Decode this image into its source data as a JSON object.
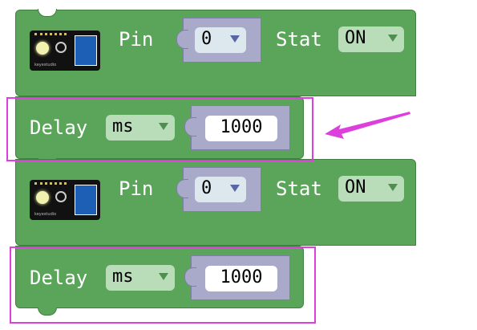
{
  "blocks": [
    {
      "type": "led",
      "pin_label": "Pin",
      "pin_value": "0",
      "stat_label": "Stat",
      "stat_value": "ON"
    },
    {
      "type": "delay",
      "label": "Delay",
      "unit": "ms",
      "value": "1000"
    },
    {
      "type": "led",
      "pin_label": "Pin",
      "pin_value": "0",
      "stat_label": "Stat",
      "stat_value": "ON"
    },
    {
      "type": "delay",
      "label": "Delay",
      "unit": "ms",
      "value": "1000"
    }
  ],
  "module_text": "keyestudio",
  "colors": {
    "block_green": "#5ba55b",
    "socket_purple": "#a9a9c9",
    "highlight_magenta": "#dd3fdd"
  },
  "icons": [
    "led-module-icon",
    "dropdown-arrow-icon",
    "annotation-arrow-icon"
  ]
}
